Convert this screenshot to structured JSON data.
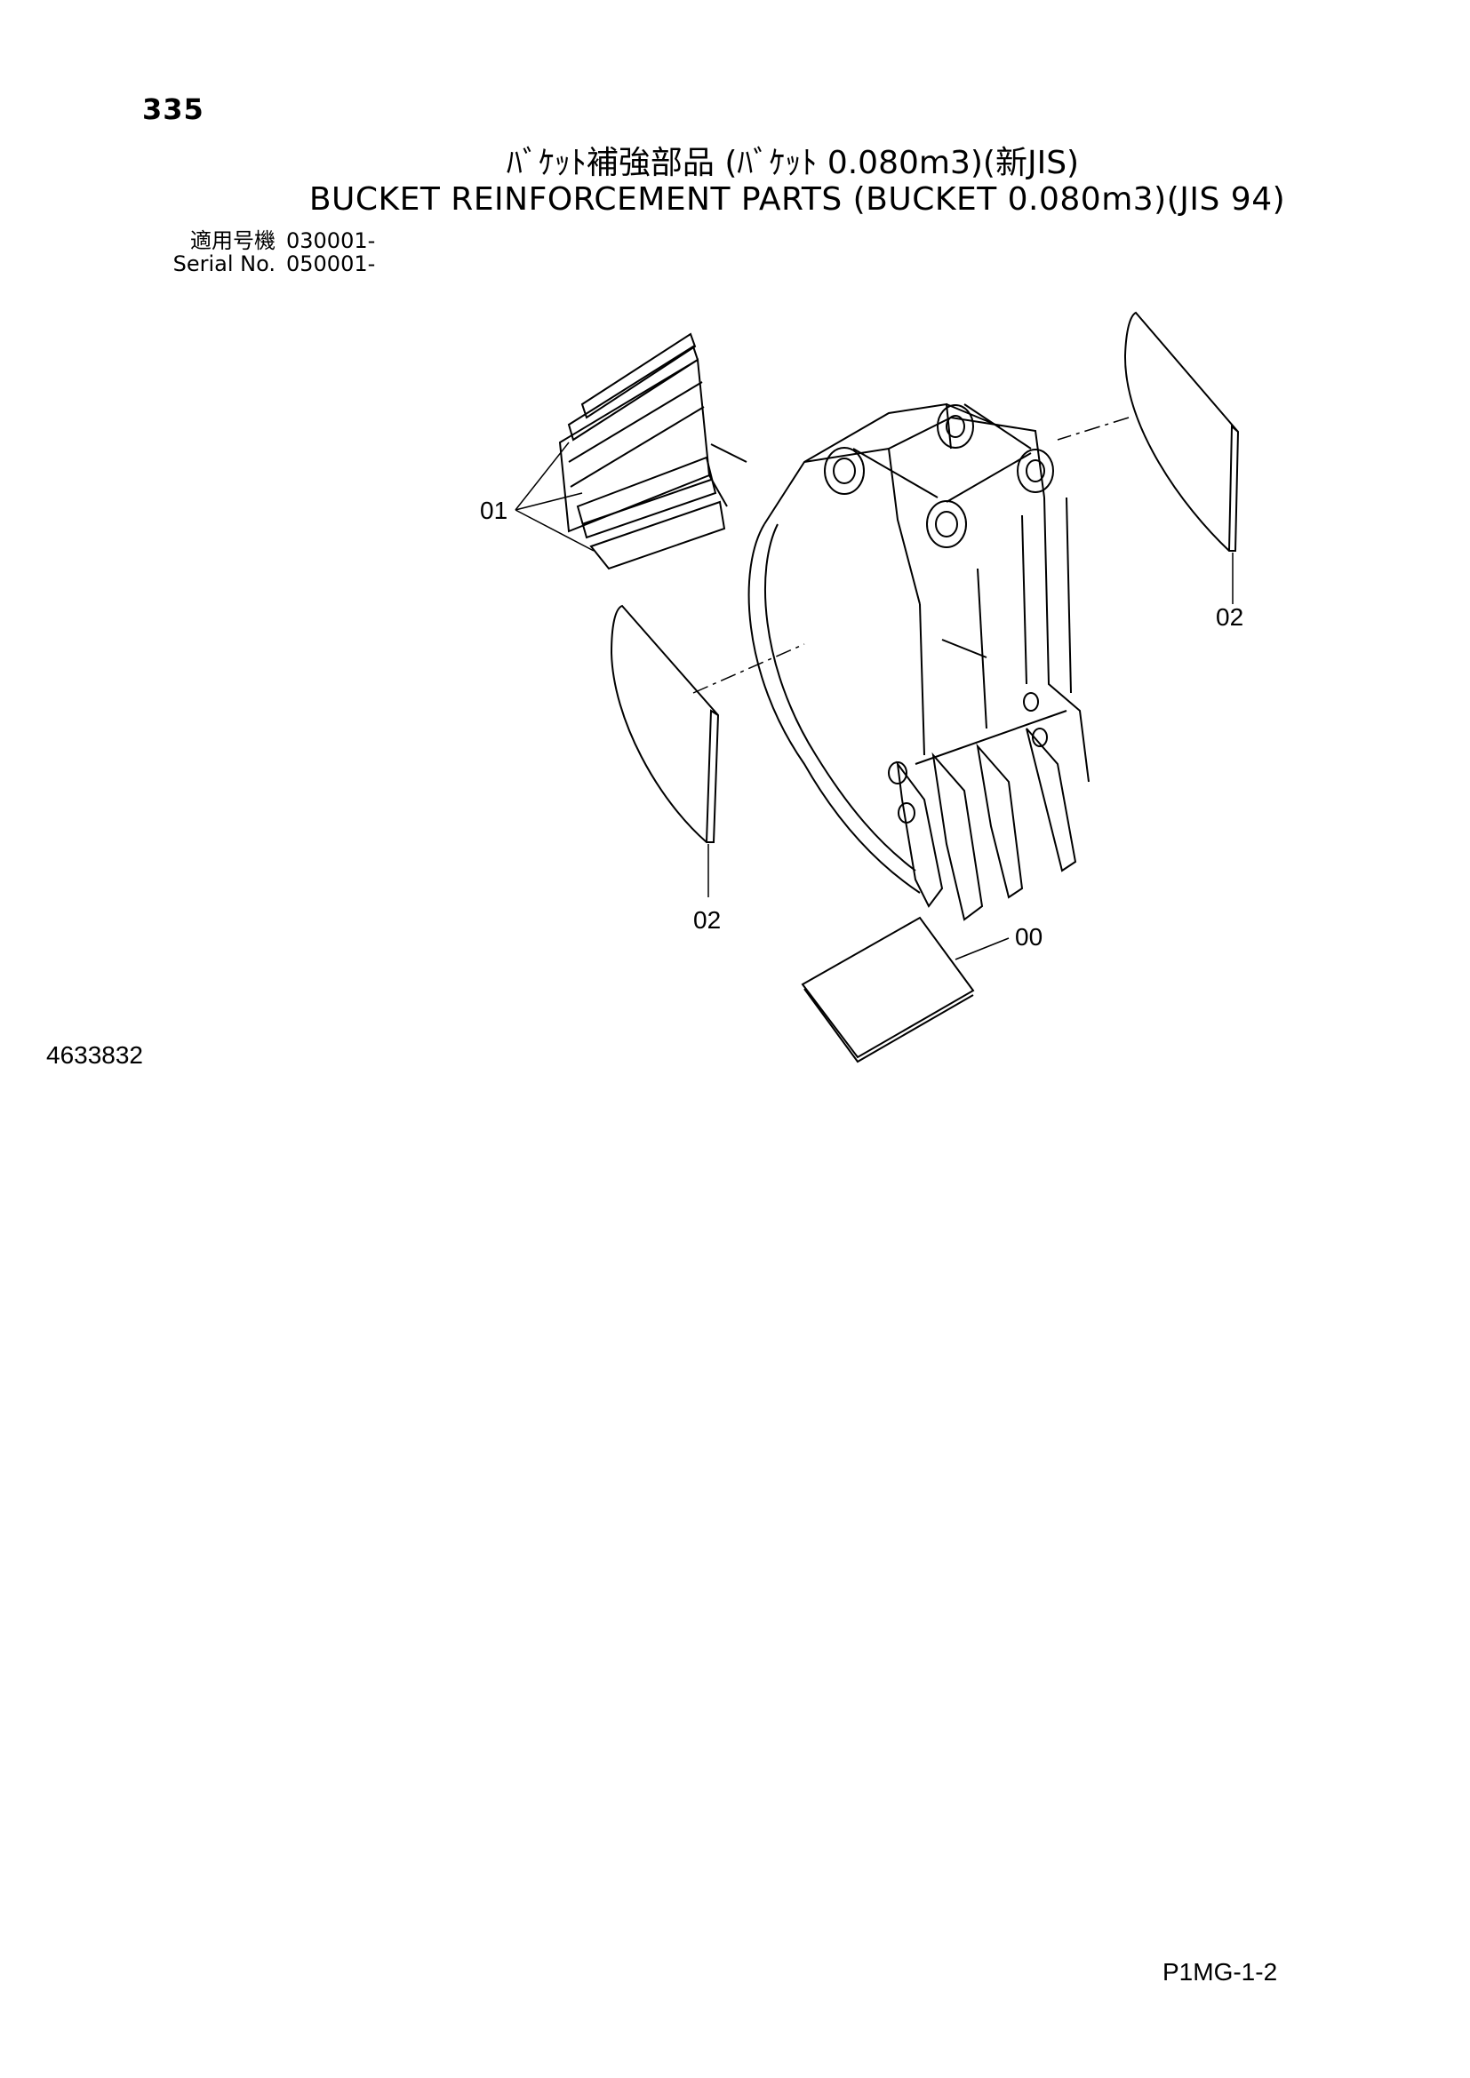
{
  "header": {
    "page_number": "335",
    "title_jp": "ﾊﾞｹｯﾄ補強部品 (ﾊﾞｹｯﾄ 0.080m3)(新JIS)",
    "title_en": "BUCKET REINFORCEMENT PARTS (BUCKET 0.080m3)(JIS 94)",
    "serial": {
      "label_jp": "適用号機",
      "value_jp": "030001-",
      "label_en": "Serial No.",
      "value_en": "050001-"
    }
  },
  "callouts": {
    "reinforcement_plates": "01",
    "side_plate_right": "02",
    "side_plate_left": "02",
    "bottom_plate": "00"
  },
  "footer": {
    "drawing_number": "4633832",
    "page_code": "P1MG-1-2"
  }
}
